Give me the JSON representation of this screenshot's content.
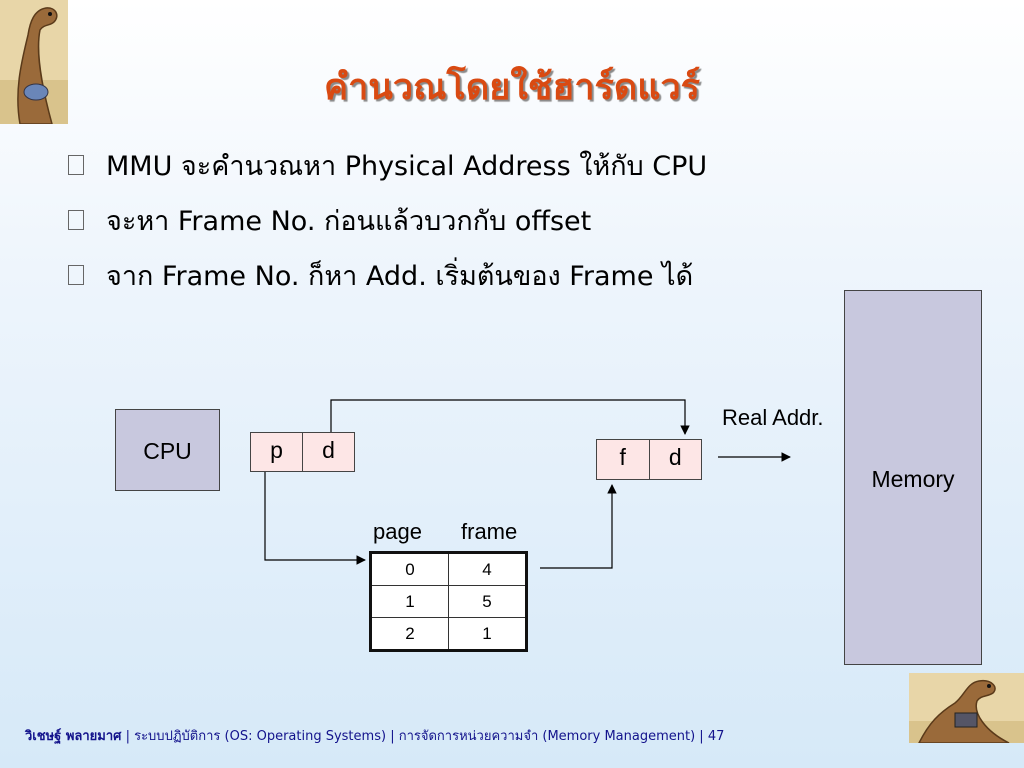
{
  "title": "คำนวณโดยใช้ฮาร์ดแวร์",
  "bullets": [
    "MMU จะคำนวณหา Physical Address ให้กับ CPU",
    "จะหา Frame No. ก่อนแล้วบวกกับ offset",
    "จาก Frame No. ก็หา Add. เริ่มต้นของ Frame ได้"
  ],
  "diagram": {
    "cpu": "CPU",
    "memory": "Memory",
    "logical": {
      "p": "p",
      "d": "d"
    },
    "physical": {
      "f": "f",
      "d": "d"
    },
    "real_addr_label": "Real Addr.",
    "page_label": "page",
    "frame_label": "frame",
    "page_table": [
      {
        "page": "0",
        "frame": "4"
      },
      {
        "page": "1",
        "frame": "5"
      },
      {
        "page": "2",
        "frame": "1"
      }
    ]
  },
  "footer": {
    "author": "วิเชษฐ์ พลายมาศ",
    "sep1": "|",
    "course": "ระบบปฏิบัติการ (OS: Operating Systems)",
    "sep2": "|",
    "topic": "การจัดการหน่วยความจำ  (Memory Management)",
    "sep3": "|",
    "page": "47"
  },
  "colors": {
    "title": "#d94a12",
    "box_fill": "#c8c8de",
    "address_fill": "#fde6e6",
    "footer_text": "#13138c"
  },
  "icons": [
    "dinosaur-reading-illustration",
    "dinosaur-laptop-illustration",
    "bullet-box-icon"
  ]
}
